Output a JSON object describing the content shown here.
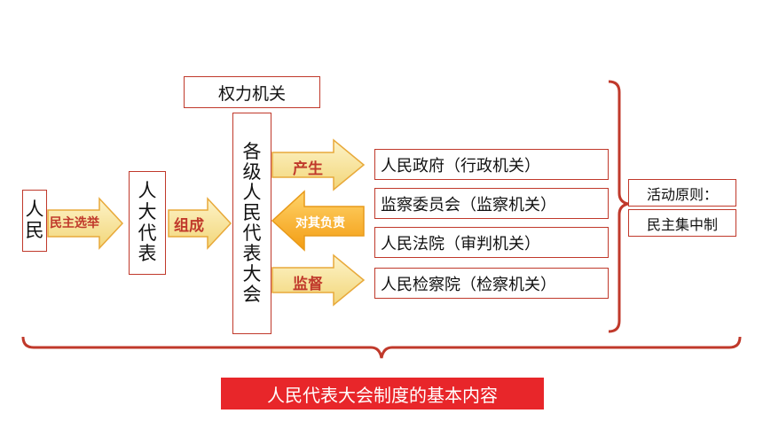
{
  "people": [
    "人",
    "民"
  ],
  "npc": [
    "人",
    "大",
    "代",
    "表"
  ],
  "congress": [
    "各",
    "级",
    "人",
    "民",
    "代",
    "表",
    "大",
    "会"
  ],
  "power_organ": "权力机关",
  "arrows": {
    "election": "民主选举",
    "compose": "组成",
    "produce": "产生",
    "responsible": "对其负责",
    "supervise": "监督"
  },
  "organs": [
    "人民政府（行政机关）",
    "监察委员会（监察机关）",
    "人民法院（审判机关）",
    "人民检察院（检察机关）"
  ],
  "principle": {
    "label": "活动原则：",
    "value": "民主集中制"
  },
  "footer_title": "人民代表大会制度的基本内容",
  "colors": {
    "border": "#c0392b",
    "arrow_fill": "#f7e6a3",
    "arrow_stroke": "#e8a93a",
    "arrow_orange": "#f5a623",
    "bracket": "#c0392b",
    "banner": "#e8262a"
  }
}
